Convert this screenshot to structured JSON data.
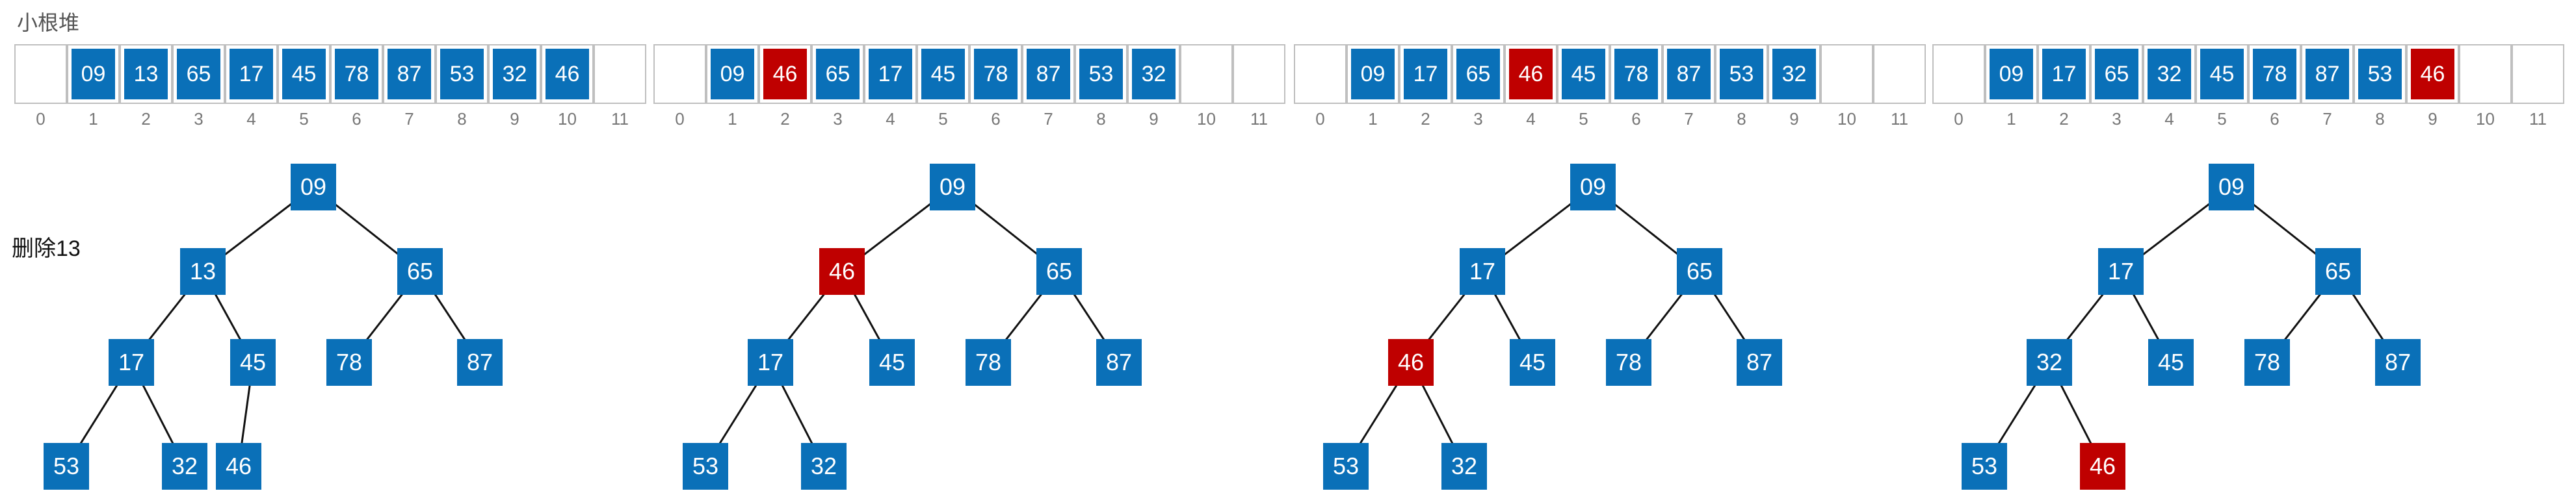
{
  "title": "小根堆",
  "side_label": "删除13",
  "colors": {
    "normal": "#0a70b8",
    "highlight": "#bf0000"
  },
  "indices": [
    "0",
    "1",
    "2",
    "3",
    "4",
    "5",
    "6",
    "7",
    "8",
    "9",
    "10",
    "11"
  ],
  "panels": [
    {
      "array": [
        "",
        "09",
        "13",
        "65",
        "17",
        "45",
        "78",
        "87",
        "53",
        "32",
        "46",
        ""
      ],
      "highlight_index": -1,
      "tree": {
        "n1": "09",
        "n2": "13",
        "n3": "65",
        "n4": "17",
        "n5": "45",
        "n6": "78",
        "n7": "87",
        "n8": "53",
        "n9": "32",
        "n10": "46"
      },
      "highlight_node": ""
    },
    {
      "array": [
        "",
        "09",
        "46",
        "65",
        "17",
        "45",
        "78",
        "87",
        "53",
        "32",
        "",
        ""
      ],
      "highlight_index": 2,
      "tree": {
        "n1": "09",
        "n2": "46",
        "n3": "65",
        "n4": "17",
        "n5": "45",
        "n6": "78",
        "n7": "87",
        "n8": "53",
        "n9": "32"
      },
      "highlight_node": "n2"
    },
    {
      "array": [
        "",
        "09",
        "17",
        "65",
        "46",
        "45",
        "78",
        "87",
        "53",
        "32",
        "",
        ""
      ],
      "highlight_index": 4,
      "tree": {
        "n1": "09",
        "n2": "17",
        "n3": "65",
        "n4": "46",
        "n5": "45",
        "n6": "78",
        "n7": "87",
        "n8": "53",
        "n9": "32"
      },
      "highlight_node": "n4"
    },
    {
      "array": [
        "",
        "09",
        "17",
        "65",
        "32",
        "45",
        "78",
        "87",
        "53",
        "46",
        "",
        ""
      ],
      "highlight_index": 9,
      "tree": {
        "n1": "09",
        "n2": "17",
        "n3": "65",
        "n4": "32",
        "n5": "45",
        "n6": "78",
        "n7": "87",
        "n8": "53",
        "n9": "46"
      },
      "highlight_node": "n9"
    }
  ]
}
